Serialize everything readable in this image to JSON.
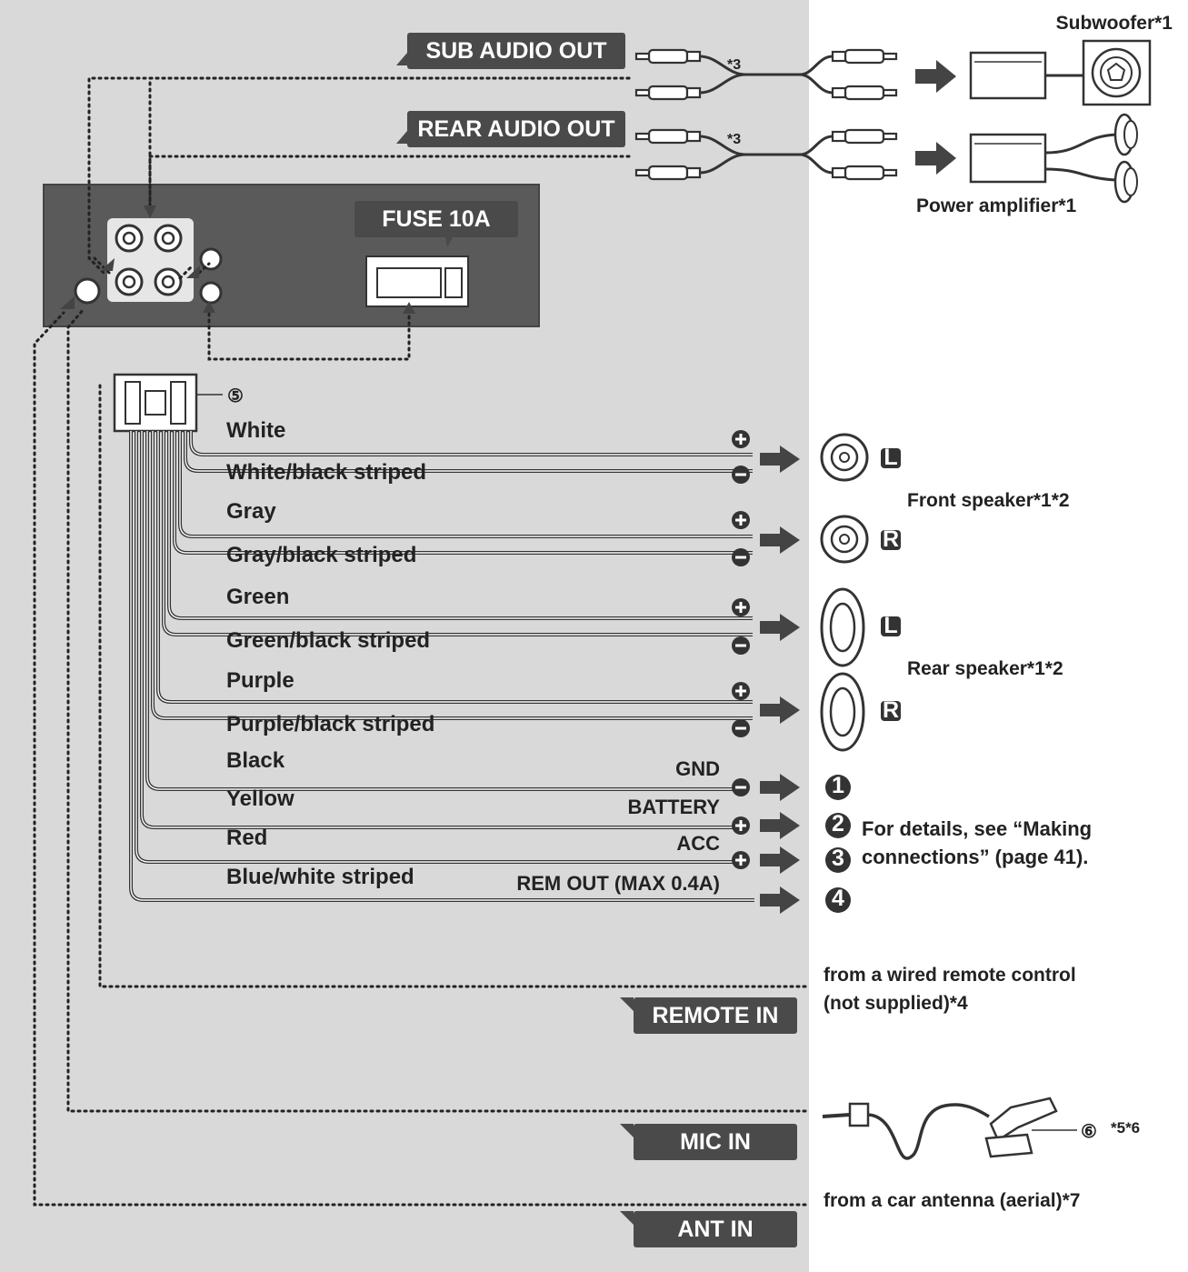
{
  "tags": {
    "sub_audio_out": "SUB AUDIO OUT",
    "rear_audio_out": "REAR AUDIO OUT",
    "fuse": "FUSE 10A",
    "remote_in": "REMOTE IN",
    "mic_in": "MIC IN",
    "ant_in": "ANT IN"
  },
  "devices": {
    "subwoofer": "Subwoofer*1",
    "power_amplifier": "Power amplifier*1",
    "front_speaker": "Front speaker*1*2",
    "rear_speaker": "Rear speaker*1*2"
  },
  "notes": {
    "star3_top": "*3",
    "star3_bottom": "*3",
    "connector_5": "⑤",
    "connector_6": "⑥",
    "mic_note": "*5*6",
    "details_line1": "For details, see “Making",
    "details_line2": "connections” (page 41).",
    "remote_line1": "from a wired remote control",
    "remote_line2": "(not supplied)*4",
    "antenna": "from a car antenna (aerial)*7"
  },
  "speaker_badges": {
    "L": "L",
    "R": "R"
  },
  "polarity": {
    "plus": "+",
    "minus": "−"
  },
  "wires": [
    "White",
    "White/black striped",
    "Gray",
    "Gray/black striped",
    "Green",
    "Green/black striped",
    "Purple",
    "Purple/black striped",
    "Black",
    "Yellow",
    "Red",
    "Blue/white striped"
  ],
  "power_terminals": [
    "GND",
    "BATTERY",
    "ACC",
    "REM OUT (MAX 0.4A)"
  ],
  "power_numbers": [
    "1",
    "2",
    "3",
    "4"
  ]
}
